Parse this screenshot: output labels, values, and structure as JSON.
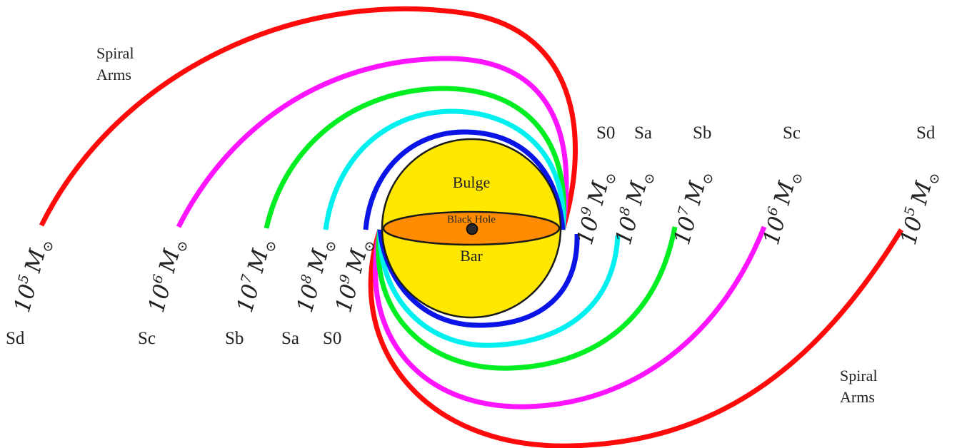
{
  "colors": {
    "background": "#ffffff",
    "bulge_fill": "#ffe800",
    "bar_fill": "#ff8c00",
    "black_hole_fill": "#2a2a2a",
    "outline": "#1a1a1a",
    "S0": "#0a14e6",
    "Sa": "#00f0f0",
    "Sb": "#00ee22",
    "Sc": "#ff14ff",
    "Sd": "#ff0a0a"
  },
  "components": {
    "bulge": "Bulge",
    "bar": "Bar",
    "black_hole": "Black Hole"
  },
  "spiral_arms_label": [
    "Spiral",
    "Arms"
  ],
  "mass_unit": "M",
  "mass_unit_symbol": "⊙",
  "mass_base": "10",
  "galaxy_types": [
    {
      "type": "S0",
      "color": "#0a14e6",
      "mass_exponent": "9"
    },
    {
      "type": "Sa",
      "color": "#00f0f0",
      "mass_exponent": "8"
    },
    {
      "type": "Sb",
      "color": "#00ee22",
      "mass_exponent": "7"
    },
    {
      "type": "Sc",
      "color": "#ff14ff",
      "mass_exponent": "6"
    },
    {
      "type": "Sd",
      "color": "#ff0a0a",
      "mass_exponent": "5"
    }
  ]
}
